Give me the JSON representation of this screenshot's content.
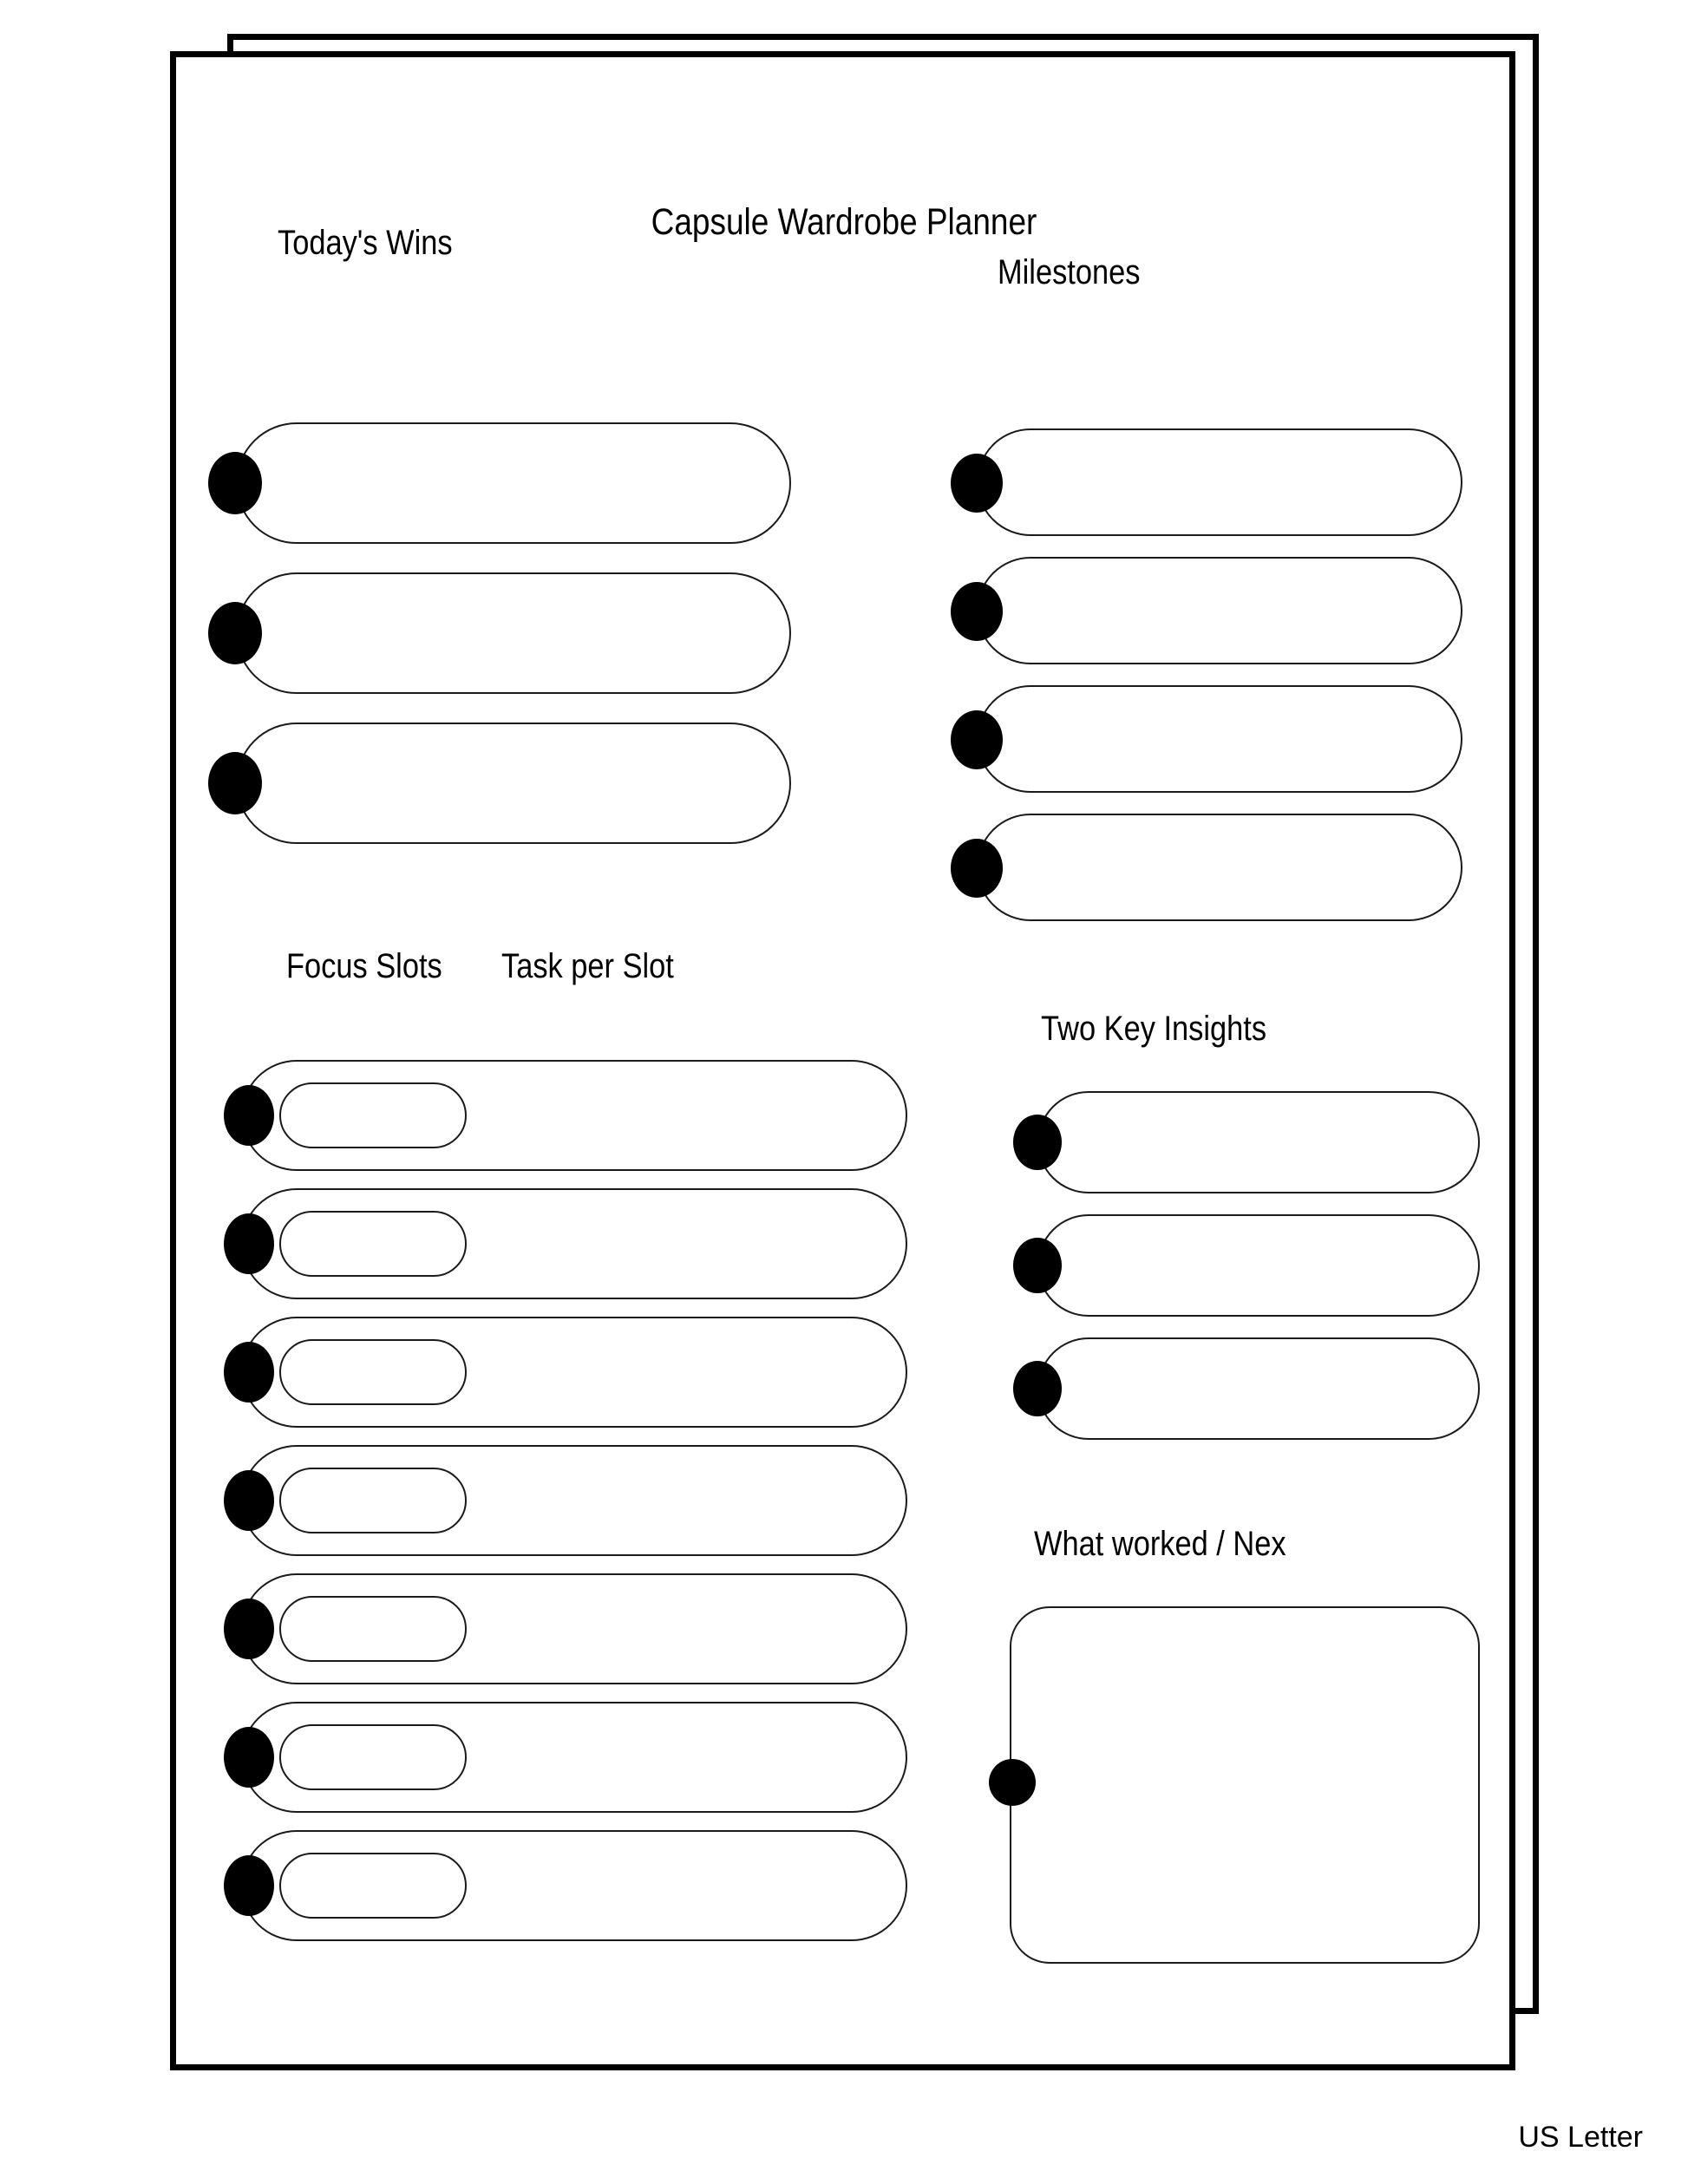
{
  "document": {
    "title": "Capsule Wardrobe Planner",
    "paper_size_label": "US Letter",
    "ink_color": "#000000",
    "paper_color": "#ffffff",
    "line_color": "#1a1a1a"
  },
  "sections": {
    "todays_wins": {
      "heading": "Today's Wins",
      "fields": [
        {
          "value": "",
          "placeholder": ""
        },
        {
          "value": "",
          "placeholder": ""
        },
        {
          "value": "",
          "placeholder": ""
        }
      ]
    },
    "milestones": {
      "heading": "Milestones",
      "fields": [
        {
          "value": "",
          "placeholder": ""
        },
        {
          "value": "",
          "placeholder": ""
        },
        {
          "value": "",
          "placeholder": ""
        },
        {
          "value": "",
          "placeholder": ""
        }
      ]
    },
    "focus_slots": {
      "heading": "Focus Slots",
      "heading_secondary": "Task per Slot",
      "rows": [
        {
          "slot": "",
          "task": ""
        },
        {
          "slot": "",
          "task": ""
        },
        {
          "slot": "",
          "task": ""
        },
        {
          "slot": "",
          "task": ""
        },
        {
          "slot": "",
          "task": ""
        },
        {
          "slot": "",
          "task": ""
        },
        {
          "slot": "",
          "task": ""
        }
      ]
    },
    "two_key_insights": {
      "heading": "Two Key Insights",
      "fields": [
        {
          "value": "",
          "placeholder": ""
        },
        {
          "value": "",
          "placeholder": ""
        },
        {
          "value": "",
          "placeholder": ""
        }
      ]
    },
    "what_worked": {
      "heading": "What worked / Nex",
      "field": {
        "value": "",
        "placeholder": ""
      }
    }
  }
}
